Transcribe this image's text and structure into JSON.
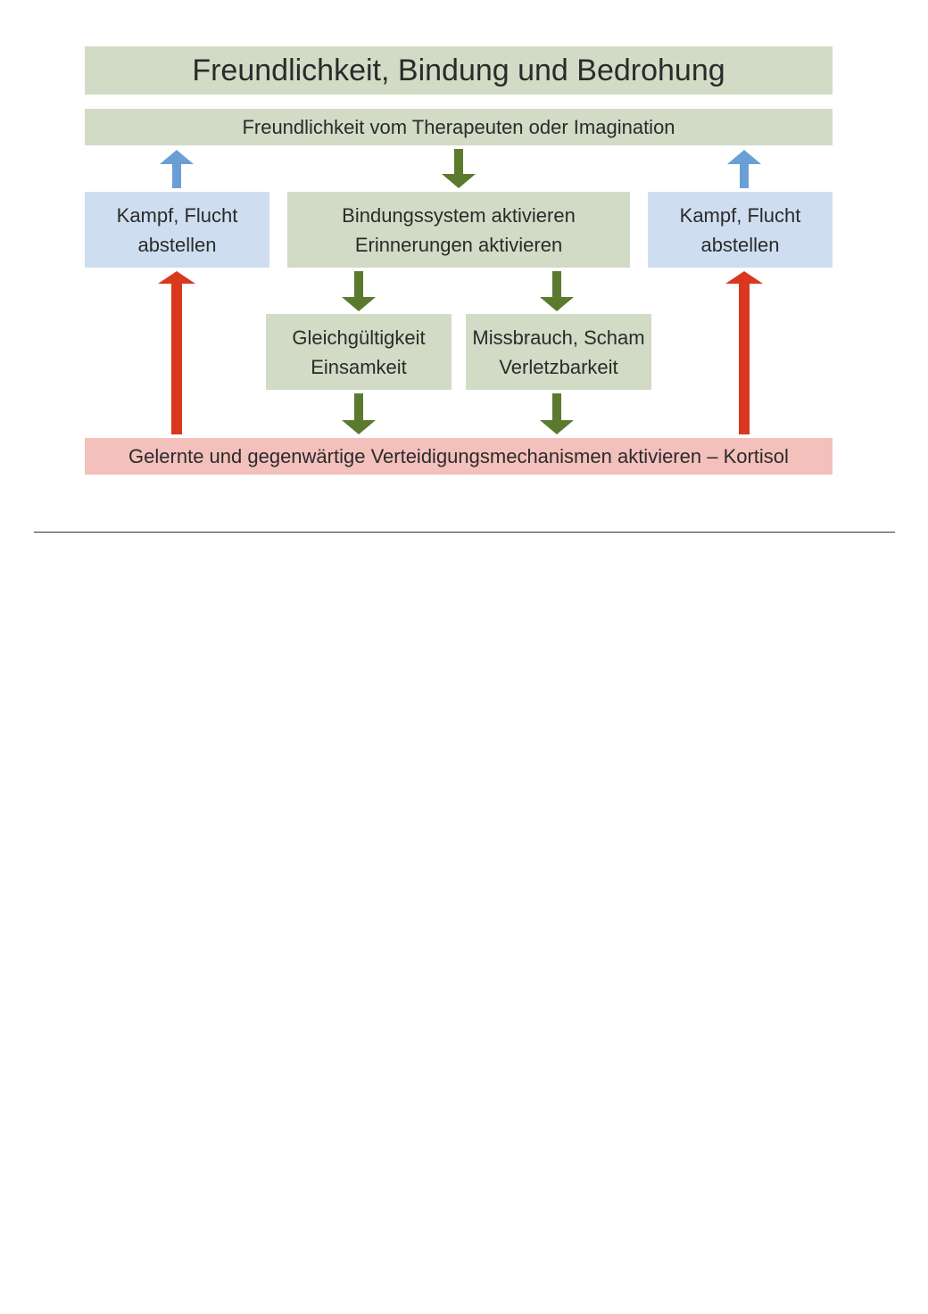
{
  "diagram": {
    "title": "Freundlichkeit, Bindung und Bedrohung",
    "source": "Freundlichkeit vom Therapeuten oder Imagination",
    "left_box": {
      "line1": "Kampf, Flucht",
      "line2": "abstellen"
    },
    "center_box": {
      "line1": "Bindungssystem aktivieren",
      "line2": "Erinnerungen aktivieren"
    },
    "right_box": {
      "line1": "Kampf, Flucht",
      "line2": "abstellen"
    },
    "gleich_box": {
      "line1": "Gleichgültigkeit",
      "line2": "Einsamkeit"
    },
    "miss_box": {
      "line1": "Missbrauch, Scham",
      "line2": "Verletzbarkeit"
    },
    "defense": "Gelernte und gegenwärtige Verteidigungsmechanismen aktivieren – Kortisol",
    "colors": {
      "green_box": "#d2dbc5",
      "blue_box": "#cfddf0",
      "red_box": "#f4c0bc",
      "green_arrow": "#5b7a2e",
      "blue_arrow": "#6a9fd6",
      "red_arrow": "#d9381e"
    }
  }
}
